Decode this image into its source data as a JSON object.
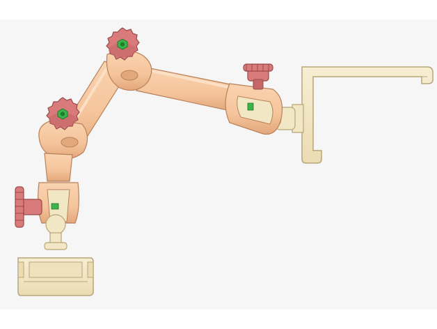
{
  "scene": {
    "subject": "articulated-mounting-arm-render",
    "colors": {
      "background": "#f6f6f6",
      "arm": "#f5c49b",
      "arm_shade": "#e2a77a",
      "arm_outline": "#b9805a",
      "knob": "#d97b7b",
      "knob_shade": "#c56767",
      "knob_outline": "#9a4848",
      "bracket": "#f2e7c4",
      "bracket_outline": "#b8a577",
      "pin": "#3cb44b",
      "pin_dark": "#1f7a2b"
    },
    "parts": [
      "base-clip",
      "ball-stud-lower",
      "lower-clevis",
      "lower-knob",
      "lower-arm",
      "middle-knob",
      "upper-arm",
      "top-knob",
      "long-arm",
      "end-clevis",
      "end-knob",
      "ball-stud-upper",
      "hook-bracket"
    ]
  }
}
